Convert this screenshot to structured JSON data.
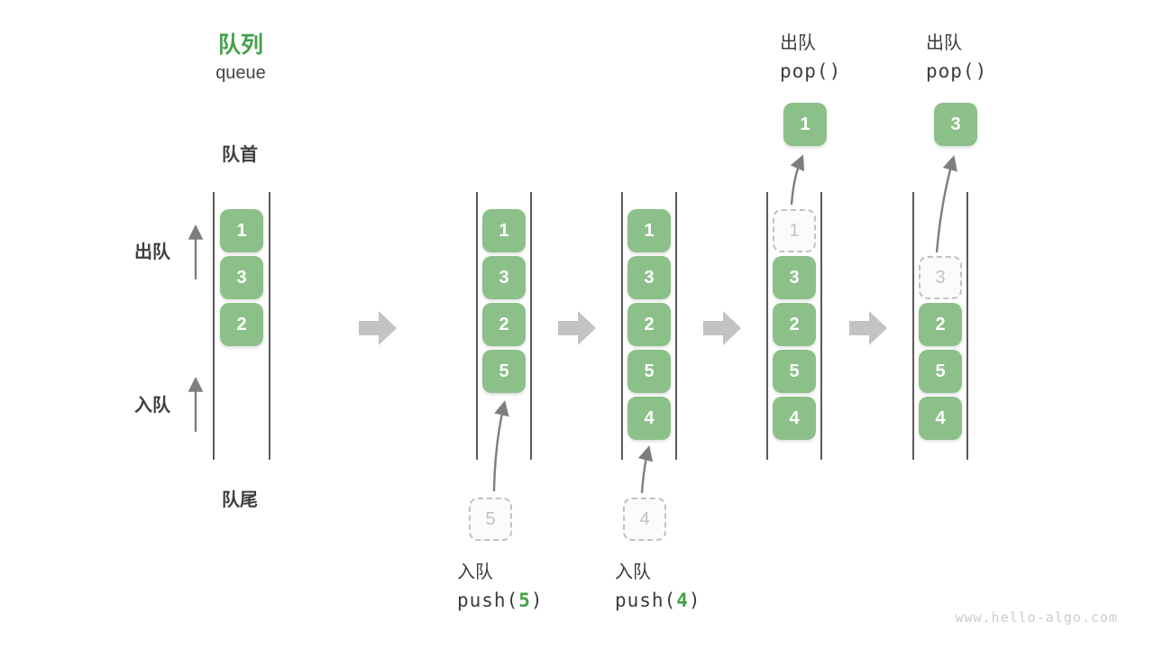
{
  "header": {
    "title_zh": "队列",
    "title_en": "queue"
  },
  "labels": {
    "front": "队首",
    "rear": "队尾",
    "dequeue": "出队",
    "enqueue": "入队"
  },
  "operations": {
    "push5": {
      "label": "入队",
      "fn": "push(",
      "arg": "5",
      "close": ")"
    },
    "push4": {
      "label": "入队",
      "fn": "push(",
      "arg": "4",
      "close": ")"
    },
    "pop1": {
      "label": "出队",
      "fn": "pop()"
    },
    "pop2": {
      "label": "出队",
      "fn": "pop()"
    }
  },
  "states": [
    {
      "cells": [
        "1",
        "3",
        "2"
      ]
    },
    {
      "cells": [
        "1",
        "3",
        "2",
        "5"
      ],
      "incoming": "5"
    },
    {
      "cells": [
        "1",
        "3",
        "2",
        "5",
        "4"
      ],
      "incoming": "4"
    },
    {
      "cells": [
        "3",
        "2",
        "5",
        "4"
      ],
      "ghost": "1",
      "popped": "1"
    },
    {
      "cells": [
        "2",
        "5",
        "4"
      ],
      "ghost": "3",
      "popped": "3"
    }
  ],
  "colors": {
    "box_green": "#8cc089",
    "accent_green": "#43a047",
    "block_arrow_gray": "#c3c3c3",
    "thin_arrow_gray": "#7e7e7e",
    "wall_gray": "#5a5a5a",
    "ghost_gray": "#c2c2c2"
  },
  "watermark": "www.hello-algo.com"
}
